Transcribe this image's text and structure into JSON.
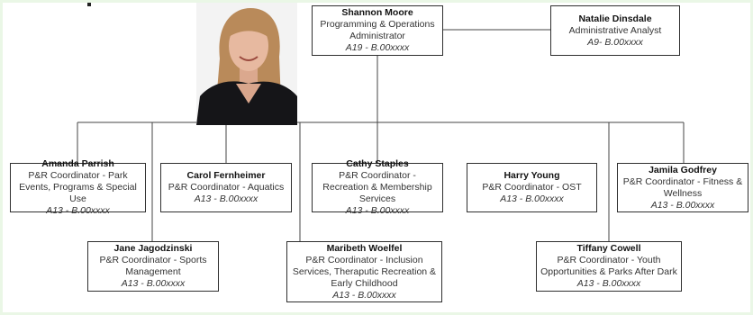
{
  "colors": {
    "page_bg": "#eaf7e6",
    "box_border": "#2f2f2f",
    "connector": "#444444",
    "photo_bg": "#f3f3f3",
    "hair": "#b98a5a",
    "skin": "#e7b9a0",
    "top": "#151518"
  },
  "photo": {
    "alt": "portrait of a smiling woman with shoulder-length light brown hair in a black top"
  },
  "nodes": {
    "shannon": {
      "name": "Shannon Moore",
      "title": "Programming & Operations Administrator",
      "code": "A19 - B.00xxxx"
    },
    "natalie": {
      "name": "Natalie Dinsdale",
      "title": "Administrative Analyst",
      "code": "A9- B.00xxxx"
    },
    "amanda": {
      "name": "Amanda Parrish",
      "title": "P&R Coordinator - Park Events, Programs & Special Use",
      "code": "A13 - B.00xxxx"
    },
    "carol": {
      "name": "Carol Fernheimer",
      "title": "P&R Coordinator - Aquatics",
      "code": "A13 - B.00xxxx"
    },
    "cathy": {
      "name": "Cathy Staples",
      "title": "P&R Coordinator - Recreation & Membership Services",
      "code": "A13 - B.00xxxx"
    },
    "harry": {
      "name": "Harry Young",
      "title": "P&R Coordinator - OST",
      "code": "A13 - B.00xxxx"
    },
    "jamila": {
      "name": "Jamila Godfrey",
      "title": "P&R Coordinator - Fitness & Wellness",
      "code": "A13 - B.00xxxx"
    },
    "jane": {
      "name": "Jane Jagodzinski",
      "title": "P&R Coordinator - Sports Management",
      "code": "A13 - B.00xxxx"
    },
    "maribeth": {
      "name": "Maribeth Woelfel",
      "title": "P&R Coordinator - Inclusion Services, Theraputic Recreation & Early Childhood",
      "code": "A13 - B.00xxxx"
    },
    "tiffany": {
      "name": "Tiffany Cowell",
      "title": "P&R Coordinator - Youth Opportunities & Parks After Dark",
      "code": "A13 - B.00xxxx"
    }
  }
}
